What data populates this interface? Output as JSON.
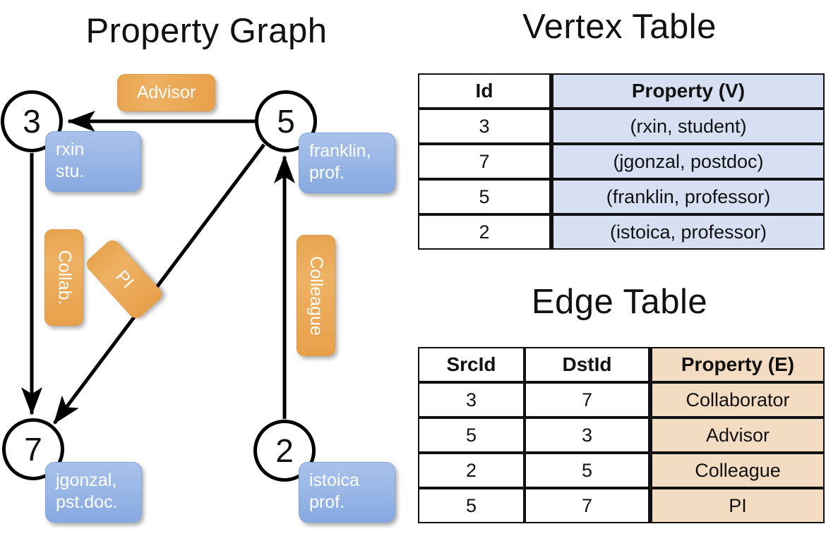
{
  "titles": {
    "property_graph": "Property Graph",
    "vertex_table": "Vertex Table",
    "edge_table": "Edge Table"
  },
  "graph": {
    "nodes": [
      {
        "id": "3",
        "label_lines": [
          "rxin",
          "stu."
        ]
      },
      {
        "id": "5",
        "label_lines": [
          "franklin,",
          "prof."
        ]
      },
      {
        "id": "7",
        "label_lines": [
          "jgonzal,",
          "pst.doc."
        ]
      },
      {
        "id": "2",
        "label_lines": [
          "istoica",
          "prof."
        ]
      }
    ],
    "edge_labels": [
      {
        "name": "advisor",
        "text": "Advisor"
      },
      {
        "name": "collab",
        "text": "Collab."
      },
      {
        "name": "pi",
        "text": "PI"
      },
      {
        "name": "colleague",
        "text": "Colleague"
      }
    ],
    "edges": [
      {
        "src": "5",
        "dst": "3",
        "label": "Advisor"
      },
      {
        "src": "3",
        "dst": "7",
        "label": "Collab."
      },
      {
        "src": "5",
        "dst": "7",
        "label": "PI"
      },
      {
        "src": "2",
        "dst": "5",
        "label": "Colleague"
      }
    ]
  },
  "vertex_table": {
    "headers": [
      "Id",
      "Property (V)"
    ],
    "rows": [
      {
        "id": "3",
        "property": "(rxin, student)"
      },
      {
        "id": "7",
        "property": "(jgonzal, postdoc)"
      },
      {
        "id": "5",
        "property": "(franklin, professor)"
      },
      {
        "id": "2",
        "property": "(istoica, professor)"
      }
    ]
  },
  "edge_table": {
    "headers": [
      "SrcId",
      "DstId",
      "Property (E)"
    ],
    "rows": [
      {
        "src": "3",
        "dst": "7",
        "property": "Collaborator"
      },
      {
        "src": "5",
        "dst": "3",
        "property": "Advisor"
      },
      {
        "src": "2",
        "dst": "5",
        "property": "Colleague"
      },
      {
        "src": "5",
        "dst": "7",
        "property": "PI"
      }
    ]
  },
  "colors": {
    "vertex_box_blue": "#9ab7e6",
    "edge_box_orange": "#e8a44f",
    "vertex_table_fill": "#d6e0f2",
    "edge_table_fill": "#f4dcc2",
    "stroke": "#000000",
    "background": "#ffffff"
  }
}
